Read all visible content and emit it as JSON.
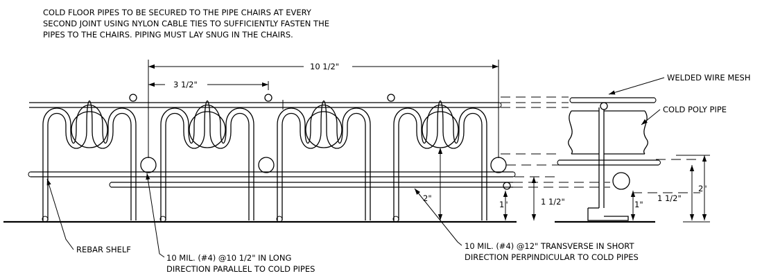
{
  "notes": {
    "top_note": [
      "COLD FLOOR PIPES TO BE SECURED TO THE PIPE CHAIRS AT EVERY",
      "SECOND JOINT USING NYLON CABLE TIES TO SUFFICIENTLY FASTEN THE",
      "PIPES TO THE CHAIRS. PIPING MUST LAY SNUG IN THE CHAIRS."
    ]
  },
  "dimensions": {
    "overall_spacing": "10 1/2\"",
    "pipe_spacing": "3 1/2\"",
    "rebar_height_2": "2\"",
    "rebar_height_1": "1\"",
    "mesh_height_1_5": "1 1/2\"",
    "section_1": "1\"",
    "section_1_5": "1 1/2\"",
    "section_2": "2\""
  },
  "labels": {
    "welded_wire_mesh": "WELDED WIRE MESH",
    "cold_poly_pipe": "COLD POLY PIPE",
    "rebar_shelf": "REBAR SHELF",
    "long_rebar": [
      "10 MIL. (#4) @10 1/2\" IN LONG",
      "DIRECTION PARALLEL TO COLD PIPES"
    ],
    "transverse_rebar": [
      "10 MIL. (#4) @12\" TRANSVERSE IN SHORT",
      "DIRECTION PERPINDICULAR TO COLD PIPES"
    ]
  }
}
